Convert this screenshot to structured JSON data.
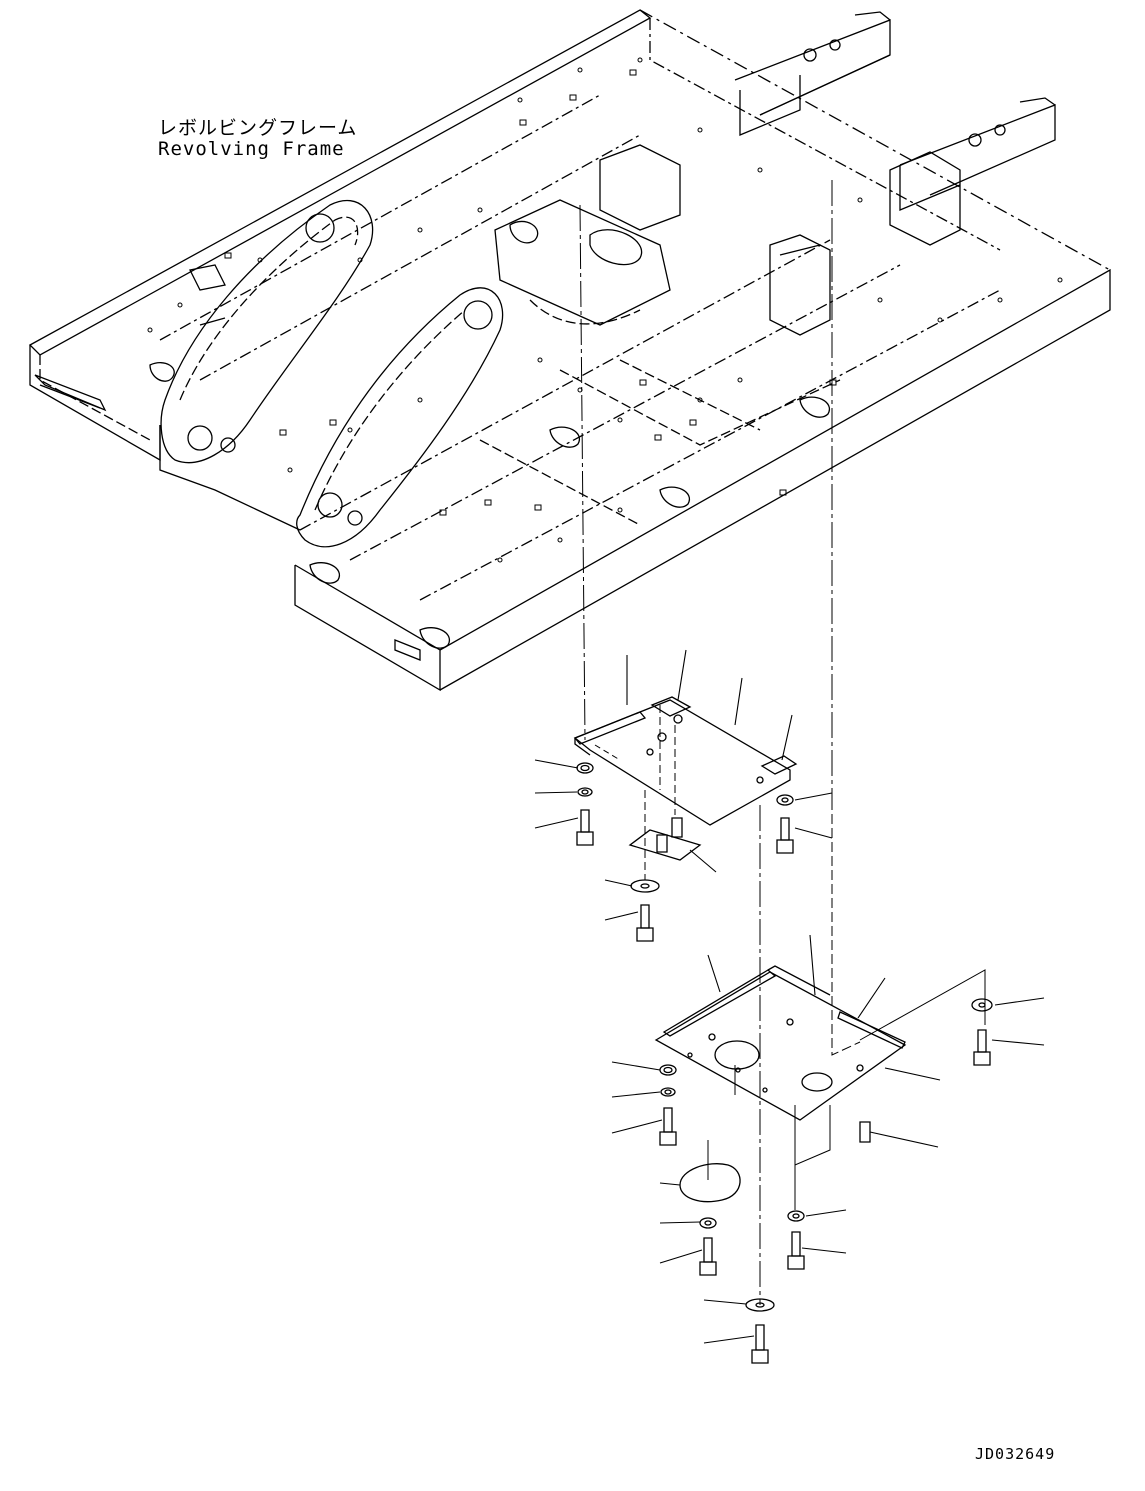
{
  "frame_label": {
    "japanese": "レボルビングフレーム",
    "english": "Revolving Frame"
  },
  "drawing_id": "JD032649"
}
